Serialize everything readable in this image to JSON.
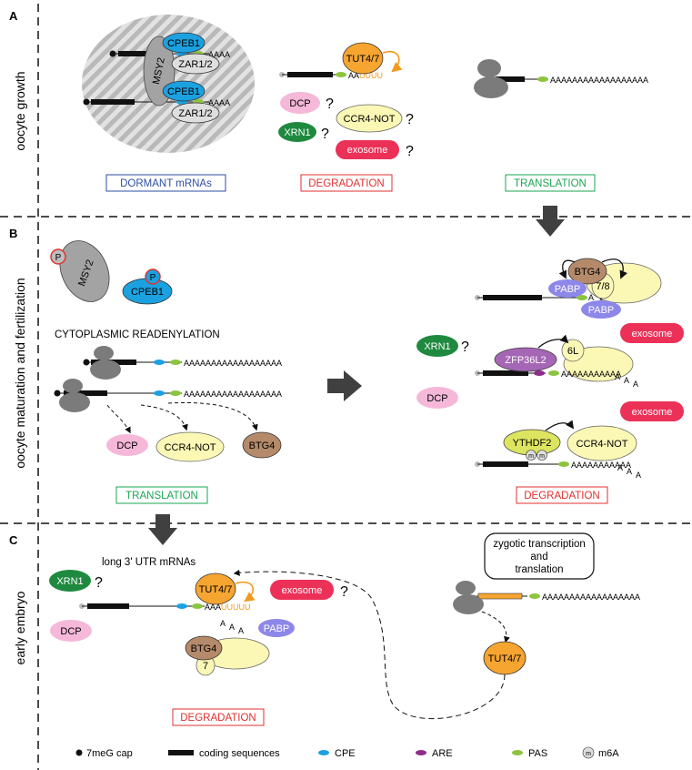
{
  "panels": {
    "a": {
      "letter": "A",
      "stage": "oocyte growth"
    },
    "b": {
      "letter": "B",
      "stage": "oocyte maturation and fertilization"
    },
    "c": {
      "letter": "C",
      "stage": "early embryo"
    }
  },
  "proteins": {
    "cpeb1": "CPEB1",
    "msy2": "MSY2",
    "zar": "ZAR1/2",
    "tut": "TUT4/7",
    "dcp": "DCP",
    "xrn1": "XRN1",
    "ccr4": "CCR4-NOT",
    "exosome": "exosome",
    "btg4": "BTG4",
    "pabp": "PABP",
    "zfp": "ZFP36L2",
    "ythdf2": "YTHDF2",
    "p": "P",
    "seven_eight": "7/8",
    "six_l": "6L",
    "seven": "7",
    "m": "m"
  },
  "question": "?",
  "tails": {
    "aaaa": "AAAA",
    "aauuuu_aa": "AA",
    "aauuuu_u": "UUUU",
    "aaauuuuu_aaa": "AAA",
    "aaauuuuu_u": "UUUUU",
    "long_a": "AAAAAAAAAAAAAAAAAA",
    "med_a": "AAAAAAAAAAA",
    "a": "A"
  },
  "labels": {
    "dormant": "DORMANT mRNAs",
    "degradation": "DEGRADATION",
    "translation": "TRANSLATION",
    "readenylation": "CYTOPLASMIC READENYLATION",
    "long_utr": "long 3' UTR mRNAs",
    "zygotic": [
      "zygotic transcription",
      "and",
      "translation"
    ]
  },
  "legend": {
    "cap": "7meG cap",
    "coding": "coding sequences",
    "cpe": "CPE",
    "are": "ARE",
    "pas": "PAS",
    "m6a": "m6A"
  },
  "colors": {
    "cpeb1": "#1ca1e0",
    "tut": "#f6a531",
    "dcp": "#f5b8d9",
    "xrn1": "#1f8a3f",
    "ccr4": "#fbf8b5",
    "exosome": "#ec3158",
    "btg4": "#b58a6a",
    "pabp": "#8d87e9",
    "zfp": "#a566b6",
    "ythdf2": "#dde560",
    "pas": "#8cc43f",
    "are": "#8e2d8c",
    "box_blue": "#2e4ea3",
    "box_red": "#e0302f",
    "box_green": "#1aa552",
    "arrow_orange": "#f29a1e"
  }
}
